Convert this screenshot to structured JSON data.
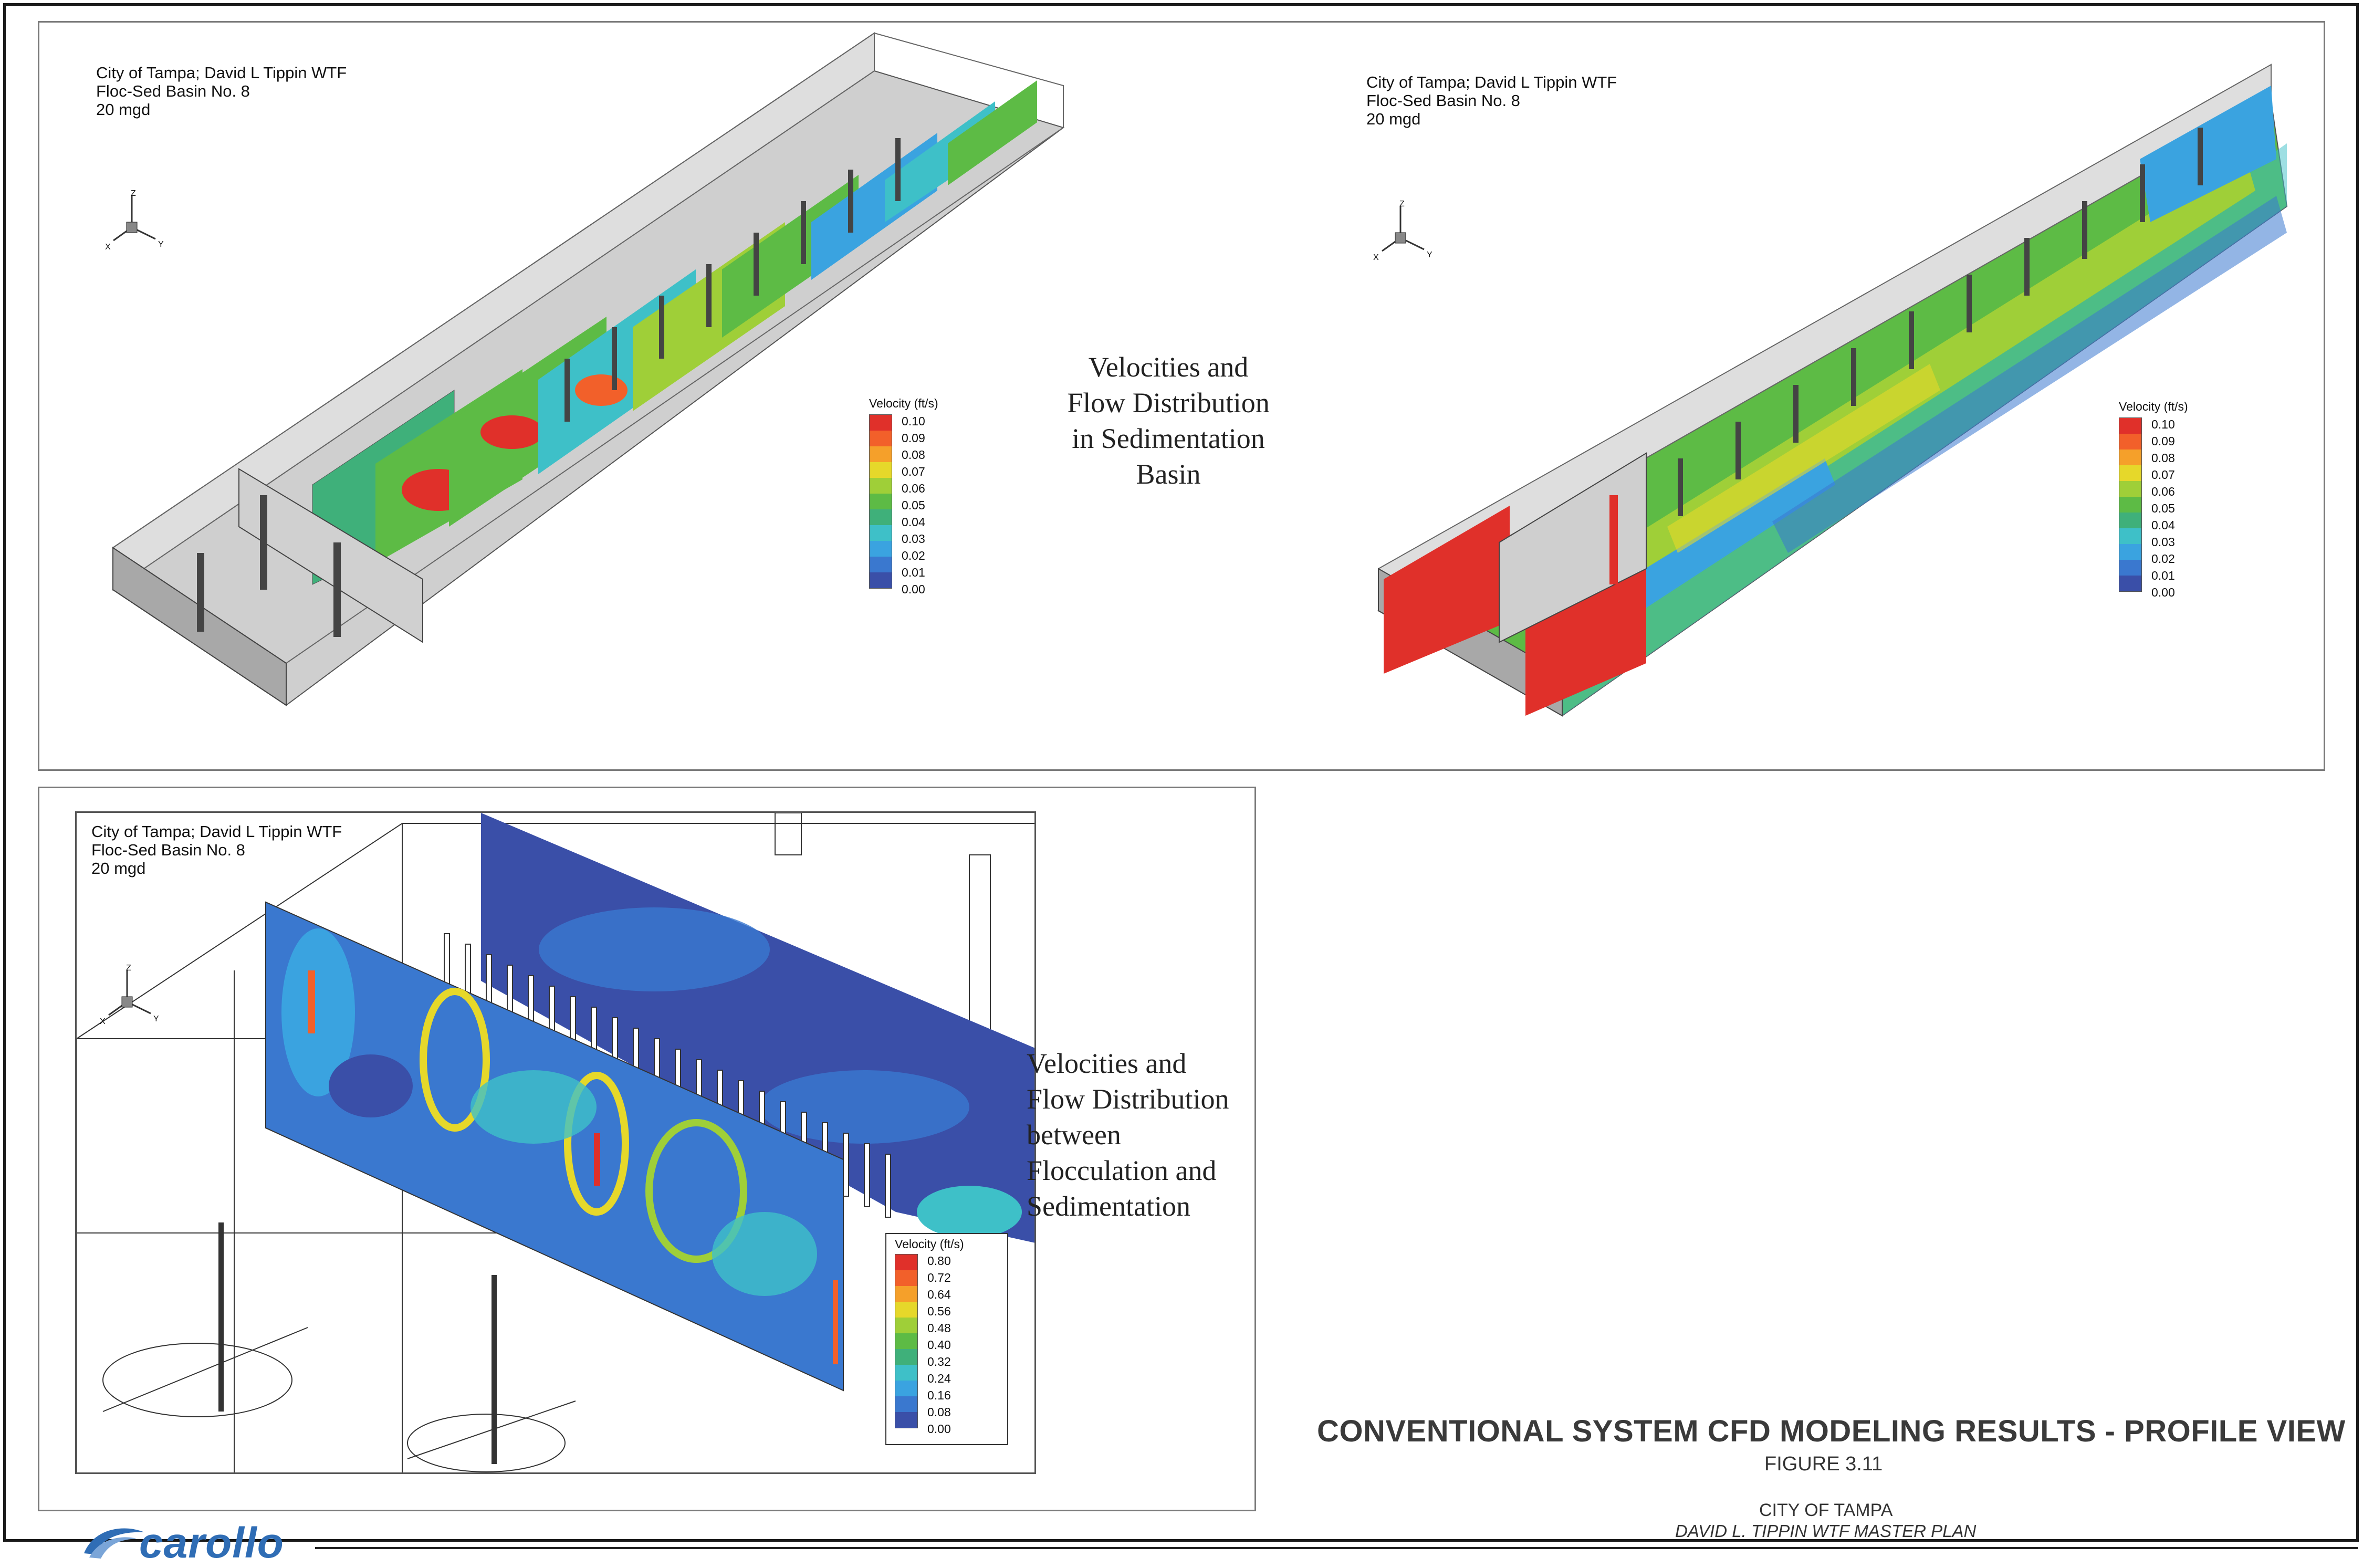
{
  "panels": {
    "top_left": {
      "info": [
        "City of Tampa; David L Tippin WTF",
        "Floc-Sed Basin No. 8",
        "20 mgd"
      ],
      "legend": {
        "title": "Velocity (ft/s)",
        "ticks": [
          "0.10",
          "0.09",
          "0.08",
          "0.07",
          "0.06",
          "0.05",
          "0.04",
          "0.03",
          "0.02",
          "0.01",
          "0.00"
        ]
      },
      "axes": {
        "z": "Z",
        "x": "X",
        "y": "Y"
      }
    },
    "top_right": {
      "info": [
        "City of Tampa; David L Tippin WTF",
        "Floc-Sed Basin No. 8",
        "20 mgd"
      ],
      "legend": {
        "title": "Velocity (ft/s)",
        "ticks": [
          "0.10",
          "0.09",
          "0.08",
          "0.07",
          "0.06",
          "0.05",
          "0.04",
          "0.03",
          "0.02",
          "0.01",
          "0.00"
        ]
      },
      "axes": {
        "z": "Z",
        "x": "X",
        "y": "Y"
      }
    },
    "bottom_left": {
      "info": [
        "City of Tampa; David L Tippin WTF",
        "Floc-Sed Basin No. 8",
        "20 mgd"
      ],
      "legend": {
        "title": "Velocity (ft/s)",
        "ticks": [
          "0.80",
          "0.72",
          "0.64",
          "0.56",
          "0.48",
          "0.40",
          "0.32",
          "0.24",
          "0.16",
          "0.08",
          "0.00"
        ]
      },
      "axes": {
        "z": "Z",
        "x": "X",
        "y": "Y"
      }
    }
  },
  "captions": {
    "sedimentation": [
      "Velocities and",
      "Flow Distribution",
      "in Sedimentation",
      "Basin"
    ],
    "floc_sed": [
      "Velocities and",
      "Flow Distribution",
      "between",
      "Flocculation and",
      "Sedimentation"
    ]
  },
  "title_block": {
    "main": "CONVENTIONAL SYSTEM CFD MODELING RESULTS - PROFILE VIEW",
    "figure": "FIGURE 3.11",
    "client": "CITY OF TAMPA",
    "project": "DAVID L. TIPPIN WTF MASTER PLAN"
  },
  "logo": {
    "text": "carollo"
  },
  "colors": {
    "scale": [
      "#e0302a",
      "#f2602a",
      "#f5a02a",
      "#e6d82a",
      "#9fcf38",
      "#5dbb45",
      "#3fb07a",
      "#3ec0c8",
      "#3aa3e0",
      "#3a78cf",
      "#3a4fa8"
    ]
  }
}
